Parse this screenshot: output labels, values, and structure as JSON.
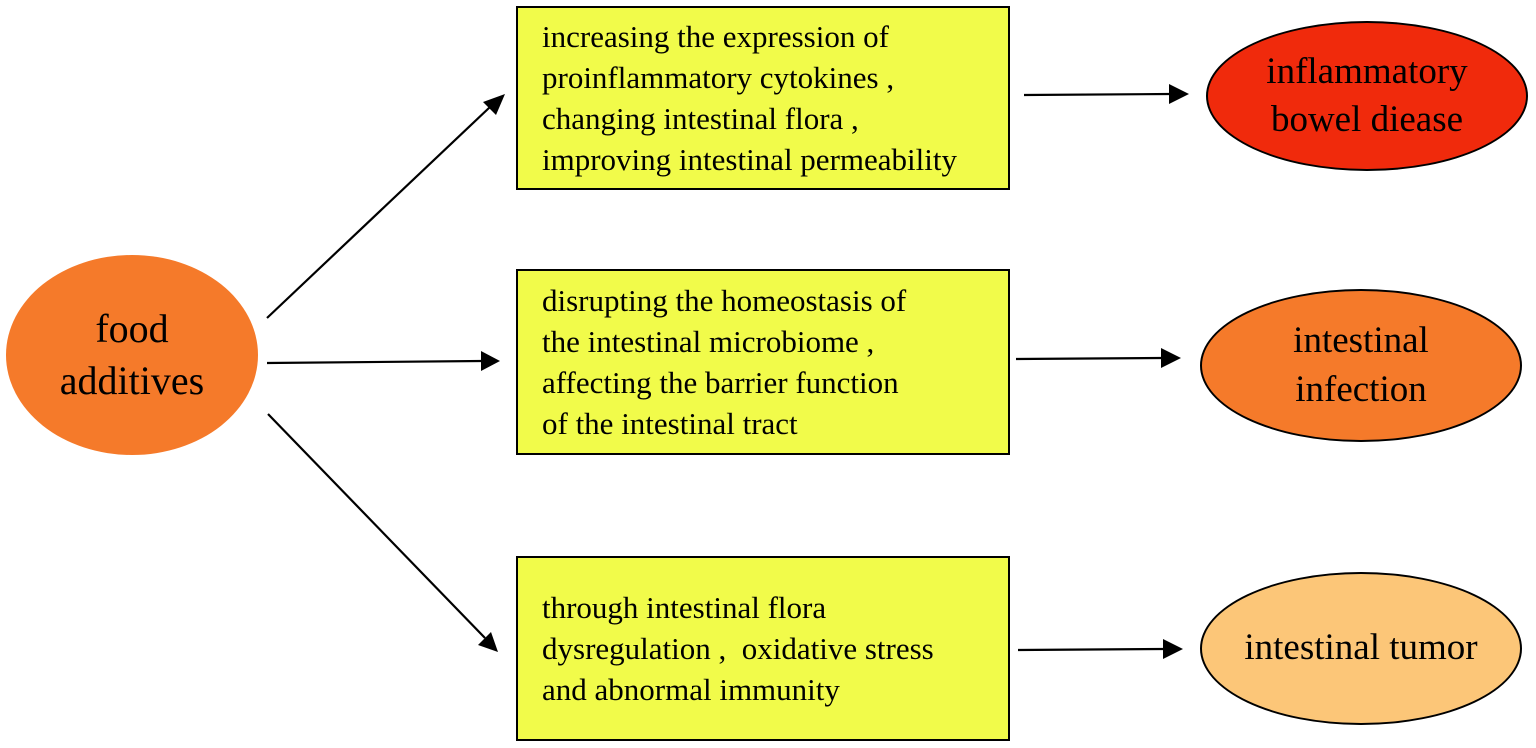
{
  "source": {
    "lines": [
      "food",
      "additives"
    ],
    "color": "#f57a2a"
  },
  "mechanisms": [
    {
      "lines": [
        "increasing the expression of",
        "proinflammatory cytokines ,",
        "changing intestinal flora ,",
        "improving intestinal permeability"
      ]
    },
    {
      "lines": [
        "disrupting the homeostasis of",
        "the intestinal microbiome ,",
        "affecting the barrier function",
        "of the intestinal tract"
      ]
    },
    {
      "lines": [
        "through intestinal flora",
        "dysregulation ,  oxidative stress",
        "and abnormal immunity"
      ]
    }
  ],
  "mechanism_box_color": "#f1fb4a",
  "outcomes": [
    {
      "lines": [
        "inflammatory",
        "bowel diease"
      ],
      "color": "#f02a0c"
    },
    {
      "lines": [
        "intestinal",
        "infection"
      ],
      "color": "#f57a2a"
    },
    {
      "lines": [
        "intestinal tumor"
      ],
      "color": "#fcc678"
    }
  ]
}
